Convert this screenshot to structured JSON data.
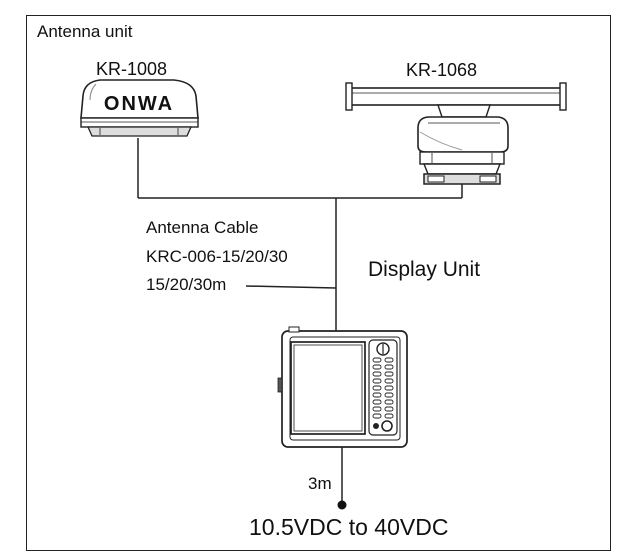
{
  "diagram": {
    "antenna_unit_label": "Antenna unit",
    "antennas": [
      {
        "model": "KR-1008",
        "brand": "ONWA"
      },
      {
        "model": "KR-1068"
      }
    ],
    "cable": {
      "title": "Antenna Cable",
      "model": "KRC-006-15/20/30",
      "length": "15/20/30m"
    },
    "display_unit_label": "Display Unit",
    "power": {
      "cable_length": "3m",
      "spec": "10.5VDC to 40VDC"
    }
  }
}
